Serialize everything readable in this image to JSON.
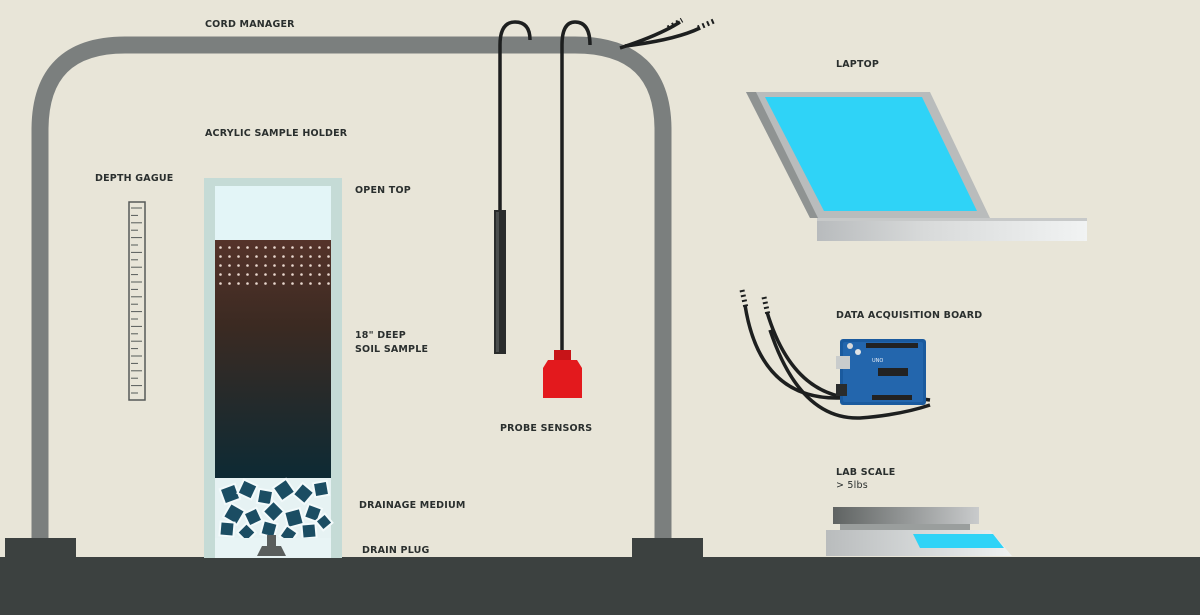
{
  "labels": {
    "cord_manager": "CORD MANAGER",
    "acrylic_sample_holder": "ACRYLIC SAMPLE HOLDER",
    "depth_gauge": "DEPTH GAGUE",
    "open_top": "OPEN TOP",
    "soil_sample_line1": "18\" DEEP",
    "soil_sample_line2": "SOIL SAMPLE",
    "drainage_medium": "DRAINAGE MEDIUM",
    "drain_plug": "DRAIN PLUG",
    "probe_sensors": "PROBE SENSORS",
    "laptop": "LAPTOP",
    "data_acquisition_board": "DATA ACQUISITION BOARD",
    "lab_scale_line1": "LAB SCALE",
    "lab_scale_line2": "> 5lbs"
  },
  "colors": {
    "background": "#e8e5d8",
    "floor": "#3c4140",
    "frame": "#7b7f7e",
    "screen": "#2fd3f7",
    "probe_red": "#e3191d",
    "board_blue": "#1a5a9e"
  }
}
